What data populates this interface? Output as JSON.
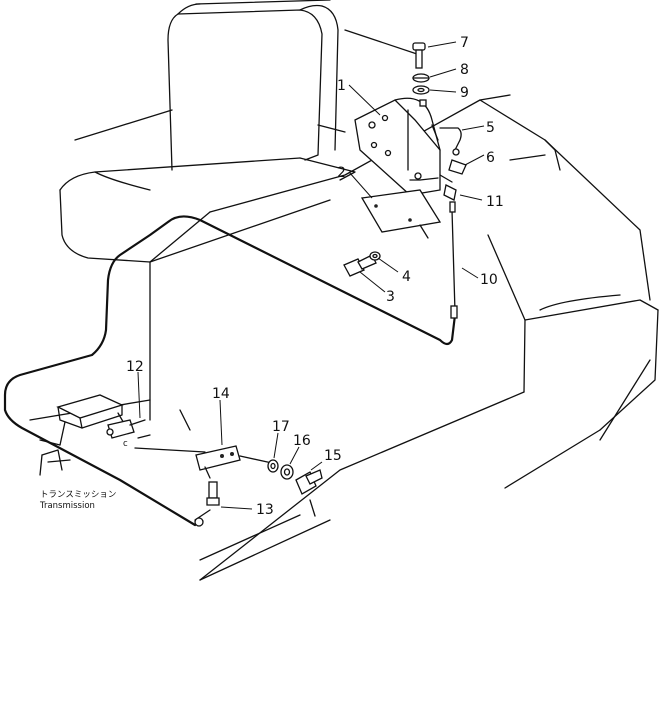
{
  "callouts": {
    "c1": "1",
    "c2": "2",
    "c3": "3",
    "c4": "4",
    "c5": "5",
    "c6": "6",
    "c7": "7",
    "c8": "8",
    "c9": "9",
    "c10": "10",
    "c11": "11",
    "c12": "12",
    "c13": "13",
    "c14": "14",
    "c15": "15",
    "c16": "16",
    "c17": "17"
  },
  "labels": {
    "transmission_jp": "トランスミッション",
    "transmission_en": "Transmission"
  }
}
